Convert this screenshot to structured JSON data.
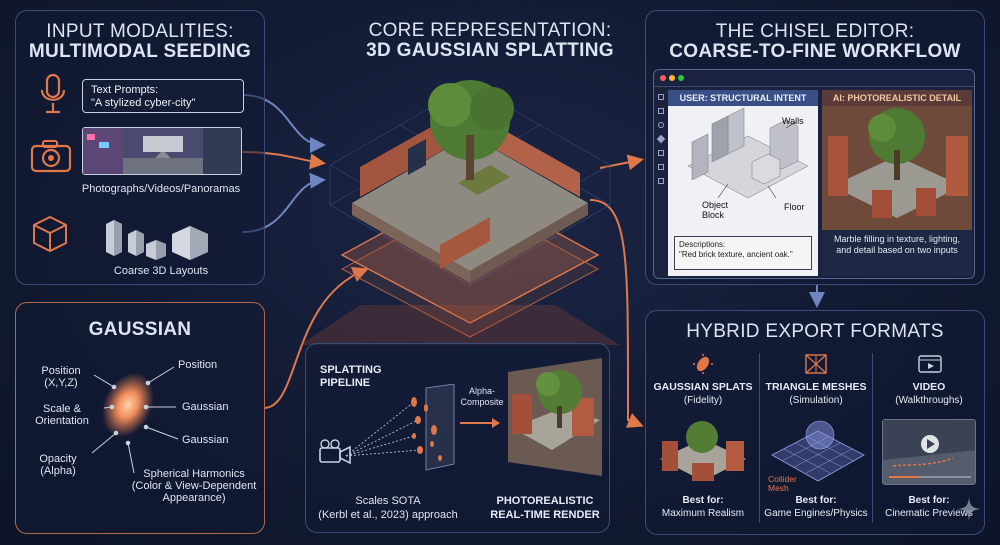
{
  "colors": {
    "accent_orange": "#e0784a",
    "accent_blue": "#6f86c2",
    "panel_border": "#3b4c78",
    "background": "#121a33"
  },
  "input": {
    "title_line1": "INPUT MODALITIES:",
    "title_line2": "MULTIMODAL SEEDING",
    "text_prompt_label": "Text Prompts:",
    "text_prompt_value": "\"A stylized cyber-city\"",
    "photos_label": "Photographs/Videos/Panoramas",
    "layouts_label": "Coarse 3D Layouts",
    "icons": [
      "microphone-icon",
      "camera-icon",
      "cube-icon"
    ]
  },
  "core": {
    "title_line1": "CORE REPRESENTATION:",
    "title_line2": "3D GAUSSIAN SPLATTING"
  },
  "editor": {
    "title_line1": "THE CHISEL EDITOR:",
    "title_line2": "COARSE-TO-FINE WORKFLOW",
    "left_header": "USER: STRUCTURAL INTENT",
    "right_header": "AI: PHOTOREALISTIC DETAIL",
    "labels": {
      "walls": "Walls",
      "object_block": "Object Block",
      "floor": "Floor"
    },
    "descriptions_label": "Descriptions:",
    "descriptions_value": "\"Red brick texture, ancient oak.\"",
    "right_caption": "Marble filling in texture, lighting, and detail based on two inputs"
  },
  "gaussian": {
    "title": "GAUSSIAN",
    "labels": {
      "position_xyz": "Position",
      "position_xyz_sub": "(X,Y,Z)",
      "position": "Position",
      "scale": "Scale &",
      "scale_sub": "Orientation",
      "gaussian1": "Gaussian",
      "gaussian2": "Gaussian",
      "opacity": "Opacity",
      "opacity_sub": "(Alpha)",
      "sh": "Spherical Harmonics",
      "sh_sub1": "(Color & View-Dependent",
      "sh_sub2": "Appearance)"
    }
  },
  "pipeline": {
    "title_line1": "SPLATTING",
    "title_line2": "PIPELINE",
    "alpha_line1": "Alpha-",
    "alpha_line2": "Composite",
    "scales_line1": "Scales SOTA",
    "scales_line2": "(Kerbl et al., 2023) approach",
    "render_line1": "PHOTOREALISTIC",
    "render_line2": "REAL-TIME RENDER"
  },
  "export": {
    "title": "HYBRID EXPORT FORMATS",
    "columns": [
      {
        "name": "GAUSSIAN SPLATS",
        "sub": "(Fidelity)",
        "best_label": "Best for:",
        "best_value": "Maximum Realism",
        "icon": "splat-icon"
      },
      {
        "name": "TRIANGLE MESHES",
        "sub": "(Simulation)",
        "best_label": "Best for:",
        "best_value": "Game Engines/Physics",
        "icon": "mesh-icon",
        "extra_line1": "Collider",
        "extra_line2": "Mesh"
      },
      {
        "name": "VIDEO",
        "sub": "(Walkthroughs)",
        "best_label": "Best for:",
        "best_value": "Cinematic Previews",
        "icon": "film-icon"
      }
    ]
  }
}
